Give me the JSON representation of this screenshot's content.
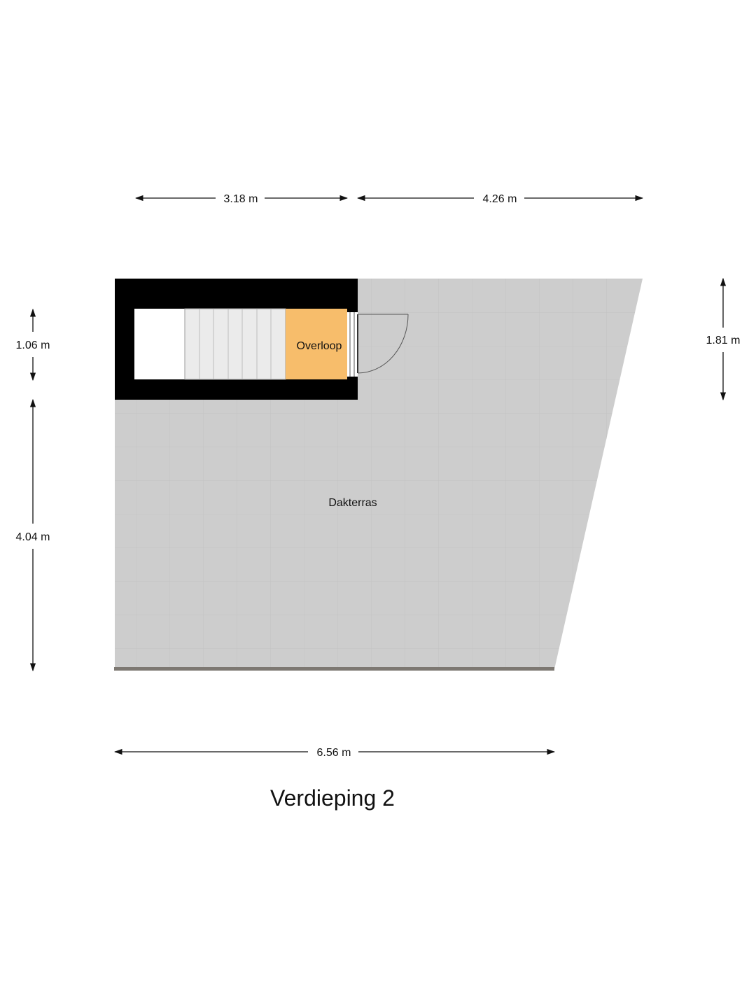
{
  "dimensions": {
    "top_left": "3.18 m",
    "top_right": "4.26 m",
    "left_top": "1.06 m",
    "left_bottom": "4.04 m",
    "right": "1.81 m",
    "bottom": "6.56 m"
  },
  "rooms": {
    "landing": "Overloop",
    "terrace": "Dakterras"
  },
  "floor_title": "Verdieping 2",
  "colors": {
    "terrace_fill": "#cdcdcd",
    "tile_line": "#c2c2c2",
    "wall": "#000000",
    "landing_fill": "#f7bd6b",
    "stair_fill": "#ebebeb",
    "edge": "#7d7872"
  }
}
